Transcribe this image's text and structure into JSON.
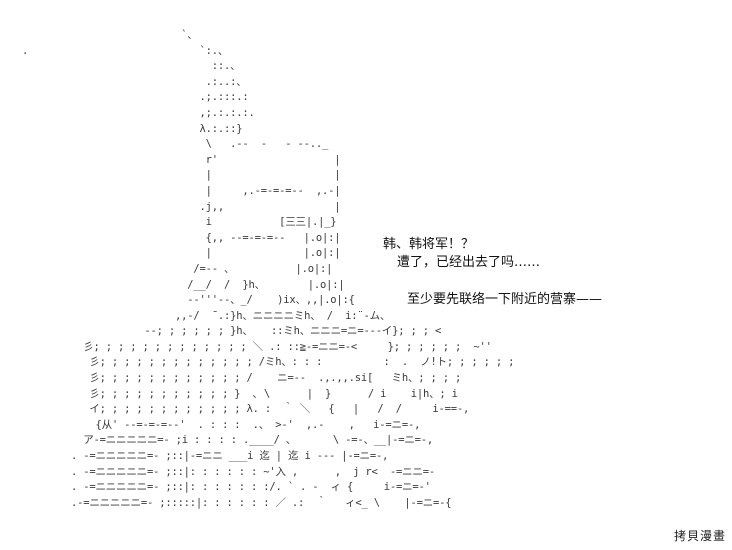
{
  "dialogue": {
    "line1": "韩、韩将军！？",
    "line2": "遭了，已经出去了吗……",
    "line3": "至少要先联络一下附近的营寨——"
  },
  "watermark": "拷貝漫畫",
  "ascii_art": [
    "                          `、",
    ".                            `:.、",
    "                               ::.、",
    "                              .:..:、",
    "                             .;.:::.:",
    "                             ,;.:.:.:.",
    "                             λ.:.::}",
    "                              \\   .-‐  ‐   ‐ ‐-.._",
    "                              r'                   |",
    "                              |                    |",
    "                              |     ,.-=‐=‐=‐-  ,.-|",
    "                             .j,,                  |",
    "                              i           [三三|.|_}",
    "                              {,, -‐=‐=‐=‐-   |.o|:|",
    "                              |               |.o|:|",
    "                            /=‐- 、          |.o|:|",
    "                           /__/  /  }h、       |.o|:|",
    "                           ‐‐'''‐-、_/    )ix、,,|.o|:{",
    "                         ,,-/  ̄ .:}h、ニニニニミh、 /  i:¨‐ム、",
    "                    -‐; ; ; ; ; ; }h、   ::ミh、ニニニ=ニ=‐‐-イ}; ; ; <",
    "          彡; ; ; ; ; ; ; ; ; ; ; ; ; ＼ .: ::≧‐=ニニ=‐<     }; ; ; ; ; ;  ~''",
    "           彡; ; ; ; ; ; ; ; ; ; ; ; ; /ミh、: : :          :  .  ノ!ト; ; ; ; ; ;",
    "           彡; ; ; ; ; ; ; ; ; ; ; ; /    ニ=‐‐  .,.,,.si[   ミh、; ; ; ;",
    "           彡; ; ; ; ; ; ; ; ; ; ; }  ､ \\      |  }      / i    i|h、; i",
    "           イ; ; ; ; ; ; ; ; ; ; ; ; λ. :  ｀ ＼   {   |   /  /     i‐==‐,",
    "            {从' ‐‐=‐=‐=‐‐'  . : : :  .、 >‐'  ,.-    ,   i‐=ニ=‐,",
    "          ア‐=ニニニニニ=‐ ;i : : : : .____/ 、      \\ ‐=‐、__|‐=ニ=‐,",
    "        . ‐=ニニニニニ=‐ ;::|‐=ニニ ___i 迄 | 迄 i ‐‐‐ |‐=ニ=‐,",
    "        . ‐=ニニニニニ=‐ ;::|: : : : : : ~'入 ,      ,  j r<  ‐=ニニ=‐",
    "        . ‐=ニニニニニ=‐ ;::|: : : : : : :/. ` . ‐  ィ {     i‐=ニ=‐'",
    "        .‐=ニニニニニ=‐ ;:::::|: : : : : : ／ .:  ｀   ィ<_ \\    |‐=ニ=‐{"
  ]
}
